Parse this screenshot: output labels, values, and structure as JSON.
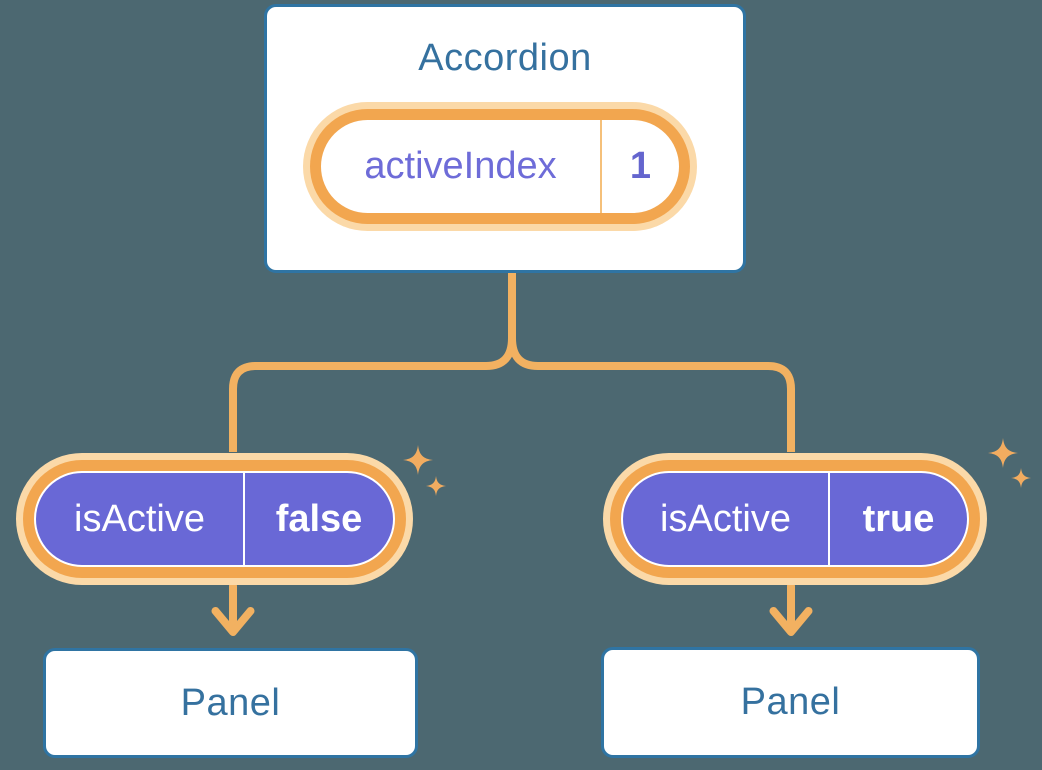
{
  "diagram": {
    "description": "React state diagram: Accordion parent holds activeIndex state, passes isActive prop to two Panel children",
    "root": {
      "title": "Accordion",
      "state": {
        "name": "activeIndex",
        "value": "1"
      }
    },
    "branches": [
      {
        "prop": {
          "name": "isActive",
          "value": "false"
        },
        "panel": {
          "title": "Panel"
        }
      },
      {
        "prop": {
          "name": "isActive",
          "value": "true"
        },
        "panel": {
          "title": "Panel"
        }
      }
    ]
  },
  "colors": {
    "background": "#4C6871",
    "card_border_blue": "#2F74A3",
    "card_text_blue": "#35719F",
    "pill_ring_orange": "#F2A64F",
    "pill_halo_peach": "#FBD9A8",
    "connector_orange": "#F2B161",
    "sparkle_orange": "#F2AC60",
    "prop_pill_purple": "#6968D6",
    "state_label_purple": "#6E6CD8",
    "state_value_purple": "#6465CE",
    "state_divider_orange": "#F5C07A",
    "white": "#FFFFFF"
  }
}
